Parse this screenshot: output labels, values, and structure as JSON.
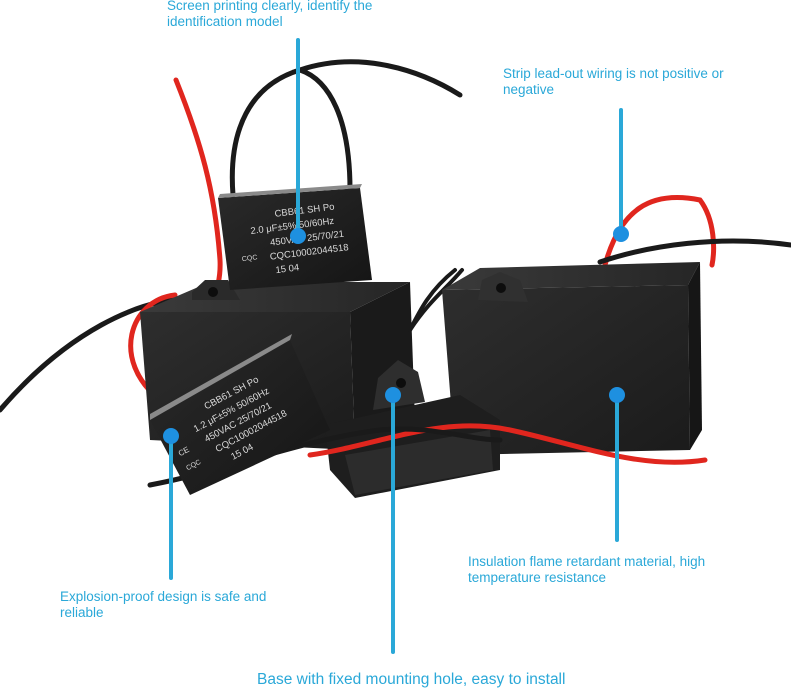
{
  "colors": {
    "callout_text": "#2aa8d8",
    "callout_line": "#2aa8d8",
    "callout_dot": "#1e90e0",
    "capacitor_body": "#262626",
    "wire_red": "#e0261e",
    "wire_black": "#1a1a1a",
    "label_text": "#dcdcdc"
  },
  "callouts": {
    "screen_printing": "Screen printing clearly, identify the identification model",
    "strip_leadout": "Strip lead-out wiring is not positive or negative",
    "insulation": "Insulation flame retardant material, high temperature resistance",
    "explosion_proof": "Explosion-proof design is safe and reliable",
    "base_mounting": "Base with fixed mounting hole, easy to install"
  },
  "capacitor_back_label": {
    "line1": "CBB61 SH Po",
    "line2": "2.0 μF±5% 50/60Hz",
    "line3": "450VAC 25/70/21",
    "line4": "CQC10002044518",
    "line5": "15 04",
    "mark": "CQC"
  },
  "capacitor_front_label": {
    "line1": "CBB61 SH Po",
    "line2": "1.2 μF±5% 50/60Hz",
    "line3": "450VAC 25/70/21",
    "line4": "CQC10002044518",
    "line5": "15 04",
    "mark_ce": "CE",
    "mark": "CQC"
  }
}
